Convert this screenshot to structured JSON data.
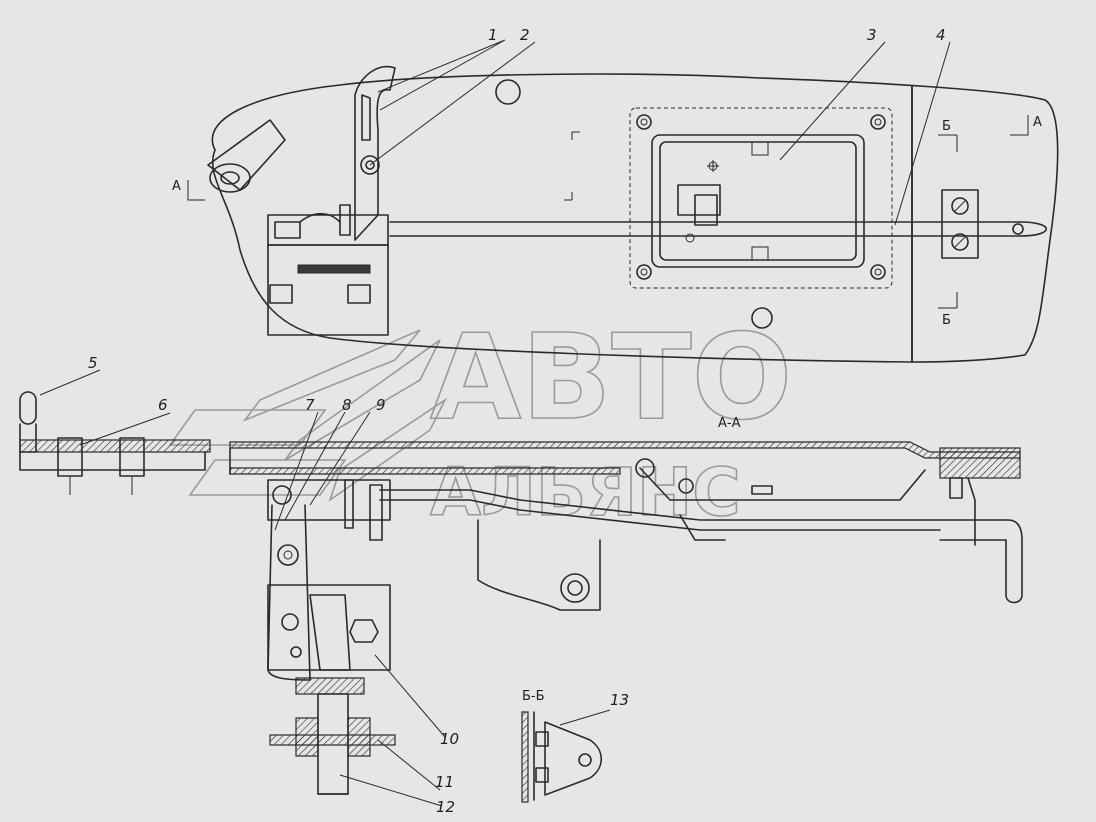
{
  "watermark": {
    "line1": "АВТО",
    "line2": "АЛЬЯНС"
  },
  "sections": {
    "aa": "А-А",
    "bb": "Б-Б",
    "a_mark": "А",
    "b_mark": "Б"
  },
  "callouts": [
    {
      "id": "1",
      "label": "1"
    },
    {
      "id": "2",
      "label": "2"
    },
    {
      "id": "3",
      "label": "3"
    },
    {
      "id": "4",
      "label": "4"
    },
    {
      "id": "5",
      "label": "5"
    },
    {
      "id": "6",
      "label": "6"
    },
    {
      "id": "7",
      "label": "7"
    },
    {
      "id": "8",
      "label": "8"
    },
    {
      "id": "9",
      "label": "9"
    },
    {
      "id": "10",
      "label": "10"
    },
    {
      "id": "11",
      "label": "11"
    },
    {
      "id": "12",
      "label": "12"
    },
    {
      "id": "13",
      "label": "13"
    }
  ]
}
